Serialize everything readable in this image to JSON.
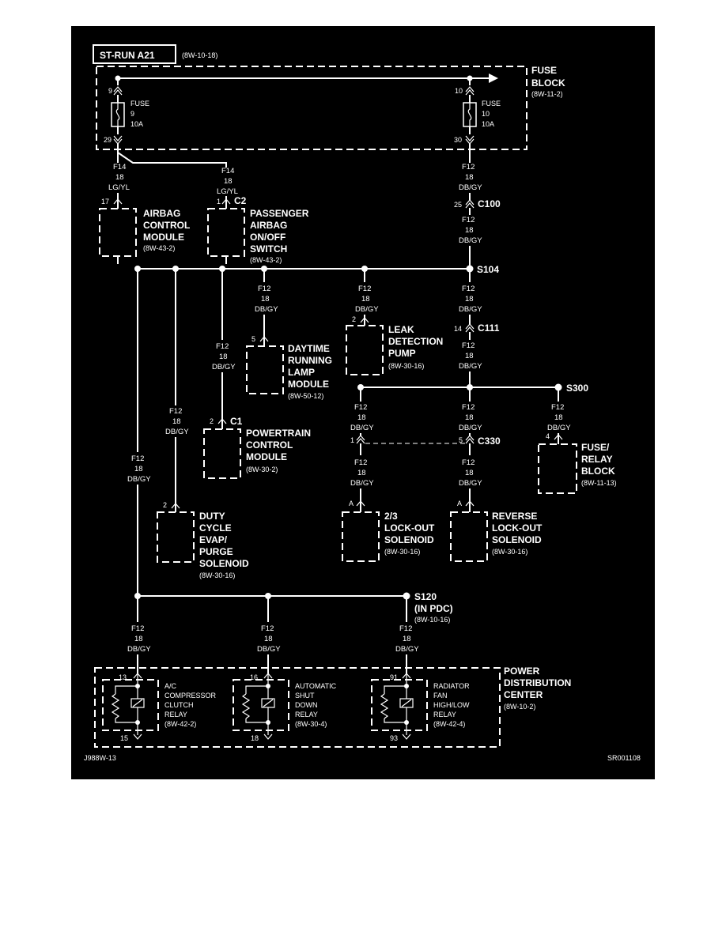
{
  "header": {
    "circuit_title": "ST-RUN A21",
    "circuit_ref": "(8W-10-18)"
  },
  "fuse_block": {
    "title": [
      "FUSE",
      "BLOCK"
    ],
    "ref": "(8W-11-2)",
    "fuse9": {
      "lines": [
        "FUSE",
        "9",
        "10A"
      ],
      "pin_in": "9",
      "pin_out": "29"
    },
    "fuse10": {
      "lines": [
        "FUSE",
        "10",
        "10A"
      ],
      "pin_in": "10",
      "pin_out": "30"
    }
  },
  "wires": {
    "w_lgyl_1": [
      "F14",
      "18",
      "LG/YL"
    ],
    "w_lgyl_2": [
      "F14",
      "18",
      "LG/YL"
    ],
    "w_fuse10": [
      "F12",
      "18",
      "DB/GY"
    ],
    "w_c100": [
      "F12",
      "18",
      "DB/GY"
    ],
    "w_drl": [
      "F12",
      "18",
      "DB/GY"
    ],
    "w_leak": [
      "F12",
      "18",
      "DB/GY"
    ],
    "w_s104d": [
      "F12",
      "18",
      "DB/GY"
    ],
    "w_pcm": [
      "F12",
      "18",
      "DB/GY"
    ],
    "w_c111": [
      "F12",
      "18",
      "DB/GY"
    ],
    "w_duty": [
      "F12",
      "18",
      "DB/GY"
    ],
    "w_left": [
      "F12",
      "18",
      "DB/GY"
    ],
    "w_c330a": [
      "F12",
      "18",
      "DB/GY"
    ],
    "w_c330b": [
      "F12",
      "18",
      "DB/GY"
    ],
    "w_s300": [
      "F12",
      "18",
      "DB/GY"
    ],
    "w_lock23": [
      "F12",
      "18",
      "DB/GY"
    ],
    "w_rev": [
      "F12",
      "18",
      "DB/GY"
    ],
    "w_ac": [
      "F12",
      "18",
      "DB/GY"
    ],
    "w_asd": [
      "F12",
      "18",
      "DB/GY"
    ],
    "w_rad": [
      "F12",
      "18",
      "DB/GY"
    ]
  },
  "connectors": {
    "c2": "C2",
    "c2_pin": "1",
    "c100": "C100",
    "c100_pin": "25",
    "c111": "C111",
    "c111_pin": "14",
    "c1": "C1",
    "c1_pin": "2",
    "c330": "C330",
    "c330_pin_left": "1",
    "c330_pin_right": "5",
    "airbag_pin": "17",
    "drl_pin": "5",
    "leak_pin": "2",
    "duty_pin": "2",
    "relay_pin": "4",
    "lock23_pin": "A",
    "rev_pin": "A"
  },
  "splices": {
    "s104": "S104",
    "s300": "S300",
    "s120": [
      "S120",
      "(IN PDC)"
    ],
    "s120_ref": "(8W-10-16)"
  },
  "components": {
    "airbag": {
      "name": [
        "AIRBAG",
        "CONTROL",
        "MODULE"
      ],
      "ref": "(8W-43-2)"
    },
    "passenger": {
      "name": [
        "PASSENGER",
        "AIRBAG",
        "ON/OFF",
        "SWITCH"
      ],
      "ref": "(8W-43-2)"
    },
    "drl": {
      "name": [
        "DAYTIME",
        "RUNNING",
        "LAMP",
        "MODULE"
      ],
      "ref": "(8W-50-12)"
    },
    "leak": {
      "name": [
        "LEAK",
        "DETECTION",
        "PUMP"
      ],
      "ref": "(8W-30-16)"
    },
    "pcm": {
      "name": [
        "POWERTRAIN",
        "CONTROL",
        "MODULE"
      ],
      "ref": "(8W-30-2)"
    },
    "duty": {
      "name": [
        "DUTY",
        "CYCLE",
        "EVAP/",
        "PURGE",
        "SOLENOID"
      ],
      "ref": "(8W-30-16)"
    },
    "fuse_relay": {
      "name": [
        "FUSE/",
        "RELAY",
        "BLOCK"
      ],
      "ref": "(8W-11-13)"
    },
    "lock23": {
      "name": [
        "2/3",
        "LOCK-OUT",
        "SOLENOID"
      ],
      "ref": "(8W-30-16)"
    },
    "reverse": {
      "name": [
        "REVERSE",
        "LOCK-OUT",
        "SOLENOID"
      ],
      "ref": "(8W-30-16)"
    }
  },
  "pdc": {
    "title": [
      "POWER",
      "DISTRIBUTION",
      "CENTER"
    ],
    "ref": "(8W-10-2)",
    "relay_ac": {
      "name": [
        "A/C",
        "COMPRESSOR",
        "CLUTCH",
        "RELAY",
        "(8W-42-2)"
      ],
      "pin_in": "13",
      "pin_out": "15"
    },
    "relay_asd": {
      "name": [
        "AUTOMATIC",
        "SHUT",
        "DOWN",
        "RELAY",
        "(8W-30-4)"
      ],
      "pin_in": "16",
      "pin_out": "18"
    },
    "relay_rad": {
      "name": [
        "RADIATOR",
        "FAN",
        "HIGH/LOW",
        "RELAY",
        "(8W-42-4)"
      ],
      "pin_in": "91",
      "pin_out": "93"
    }
  },
  "footer": {
    "left_code": "J988W-13",
    "right_code": "SR001108"
  }
}
